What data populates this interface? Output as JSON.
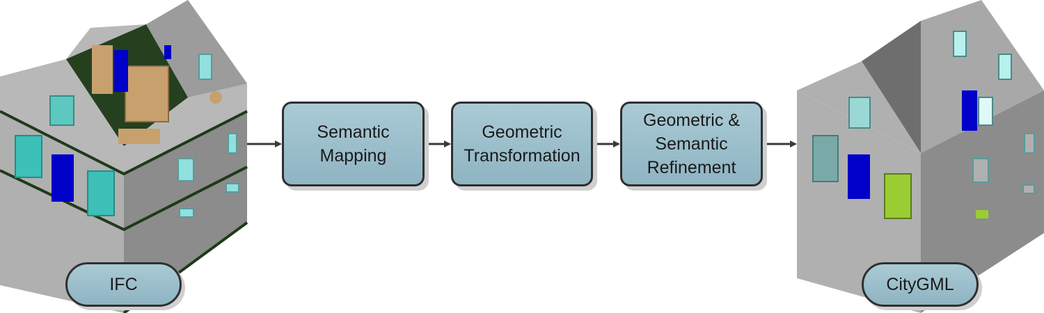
{
  "inputs": {
    "source_label": "IFC",
    "target_label": "CityGML"
  },
  "steps": [
    {
      "label": "Semantic\nMapping"
    },
    {
      "label": "Geometric\nTransformation"
    },
    {
      "label": "Geometric &\nSemantic\nRefinement"
    }
  ],
  "colors": {
    "box_fill": "#9dc0cc",
    "box_border": "#2f2f2f",
    "arrow": "#3a3a3a",
    "wall_light": "#b3b3b3",
    "wall_dark": "#8a8a8a",
    "door_blue": "#0000c8",
    "window_cyan": "#8fe0df",
    "furniture_tan": "#c8a06e",
    "door_green": "#9acd32"
  }
}
